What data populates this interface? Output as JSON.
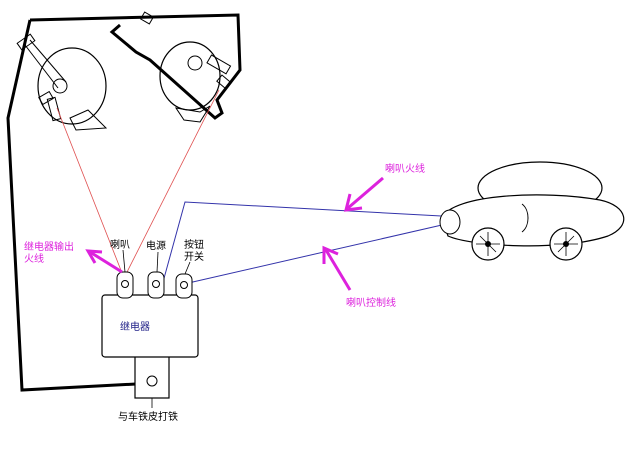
{
  "colors": {
    "outline": "#000000",
    "horn_wire": "#e05050",
    "signal_wire": "#3333aa",
    "annotation": "#dd22dd",
    "relay_text": "#222288"
  },
  "labels": {
    "relay": "继电器",
    "terminal_horn": "喇叭",
    "terminal_power": "电源",
    "terminal_button_line1": "按钮",
    "terminal_button_line2": "开关",
    "relay_output_line1": "继电器输出",
    "relay_output_line2": "火线",
    "horn_live_wire": "喇叭火线",
    "horn_control_wire": "喇叭控制线",
    "ground": "与车铁皮打铁"
  },
  "icons": [
    "horn-icon",
    "horn-icon",
    "car-icon",
    "relay-icon",
    "arrow-icon"
  ]
}
